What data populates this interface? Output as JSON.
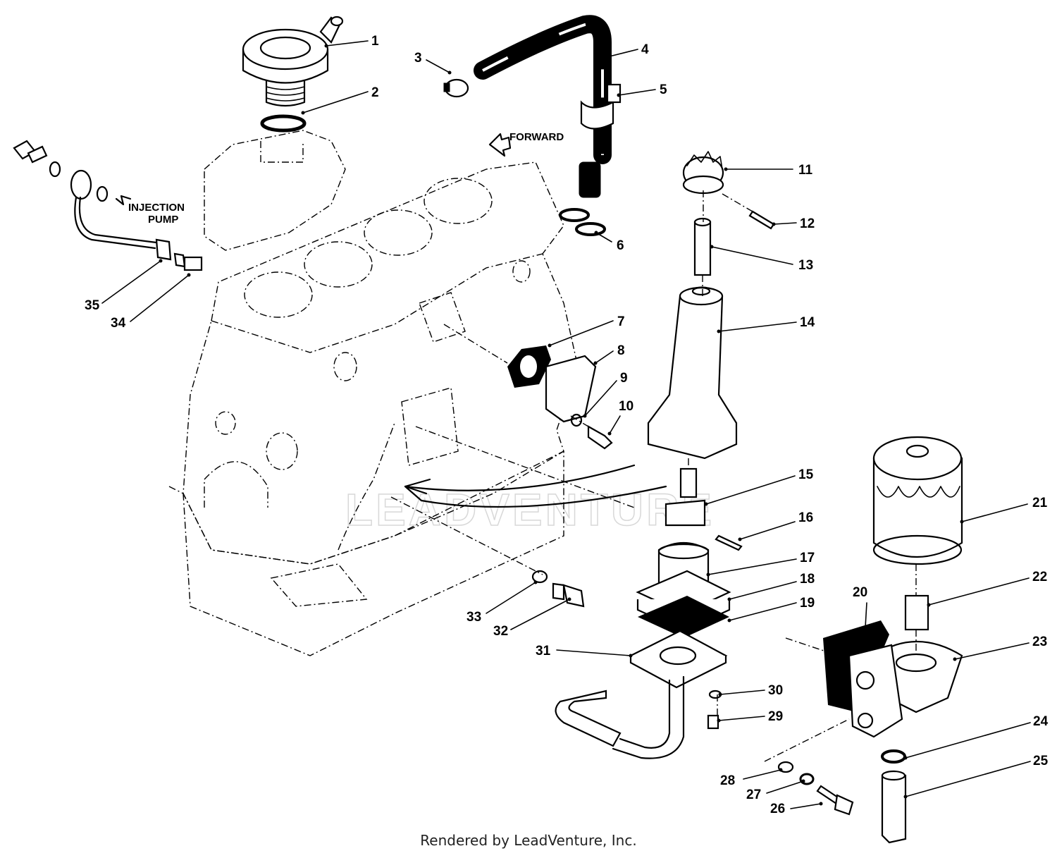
{
  "notes": {
    "forward": "FORWARD",
    "injection_line1": "INJECTION",
    "injection_line2": "PUMP"
  },
  "watermark": "LEADVENTURE",
  "footer": "Rendered by LeadVenture, Inc.",
  "callouts": [
    "1",
    "2",
    "3",
    "4",
    "5",
    "6",
    "7",
    "8",
    "9",
    "10",
    "11",
    "12",
    "13",
    "14",
    "15",
    "16",
    "17",
    "18",
    "19",
    "20",
    "21",
    "22",
    "23",
    "24",
    "25",
    "26",
    "27",
    "28",
    "29",
    "30",
    "31",
    "32",
    "33",
    "34",
    "35"
  ],
  "colors": {
    "line": "#000000",
    "background": "#ffffff",
    "watermark": "#d8d8d8"
  }
}
